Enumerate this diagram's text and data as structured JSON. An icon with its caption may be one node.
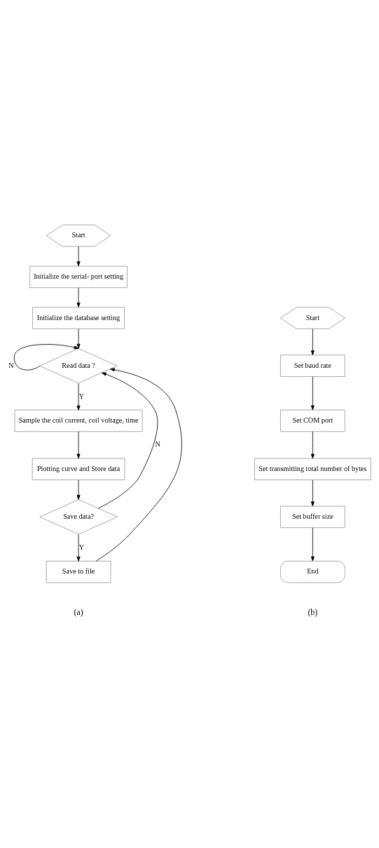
{
  "diagram": {
    "nodes": [
      {
        "text": [
          "Start"
        ]
      },
      {
        "text": [
          "Initialize the serial- port setting"
        ]
      },
      {
        "text": [
          "Initialize the database setting"
        ]
      },
      {
        "text": [
          "Read data ?"
        ]
      },
      {
        "text": [
          "Sample the coil current, coil voltage, time"
        ]
      },
      {
        "text": [
          "Plotting curve and Store data"
        ]
      },
      {
        "text": [
          "Save data?"
        ]
      },
      {
        "text": [
          "Save to file"
        ]
      },
      {
        "text": [
          "Start"
        ]
      },
      {
        "text": [
          "Set baud rate"
        ]
      },
      {
        "text": [
          "Set COM port"
        ]
      },
      {
        "text": [
          "Set transmitting total number of bytes"
        ]
      },
      {
        "text": [
          "Set buffer size"
        ]
      },
      {
        "text": [
          "End"
        ]
      }
    ],
    "edges": [
      {
        "from": 0,
        "to": 1,
        "arrow": "to"
      },
      {
        "from": 1,
        "to": 2,
        "arrow": "to"
      },
      {
        "from": 2,
        "to": 3,
        "arrow": "to"
      },
      {
        "from": 3,
        "to": 3,
        "arrow": "to",
        "label": "N"
      },
      {
        "from": 3,
        "to": 4,
        "arrow": "to",
        "label": "Y"
      },
      {
        "from": 4,
        "to": 5,
        "arrow": "to"
      },
      {
        "from": 5,
        "to": 6,
        "arrow": "to"
      },
      {
        "from": 6,
        "to": 3,
        "arrow": "to",
        "label": "N"
      },
      {
        "from": 6,
        "to": 7,
        "arrow": "to",
        "label": "Y"
      },
      {
        "from": 7,
        "to": 3,
        "arrow": "to"
      },
      {
        "from": 8,
        "to": 9,
        "arrow": "to"
      },
      {
        "from": 9,
        "to": 10,
        "arrow": "to"
      },
      {
        "from": 10,
        "to": 11,
        "arrow": "to"
      },
      {
        "from": 11,
        "to": 12,
        "arrow": "to"
      },
      {
        "from": 12,
        "to": 13,
        "arrow": "to"
      }
    ],
    "labels": [
      "(a)",
      "(b)"
    ]
  }
}
